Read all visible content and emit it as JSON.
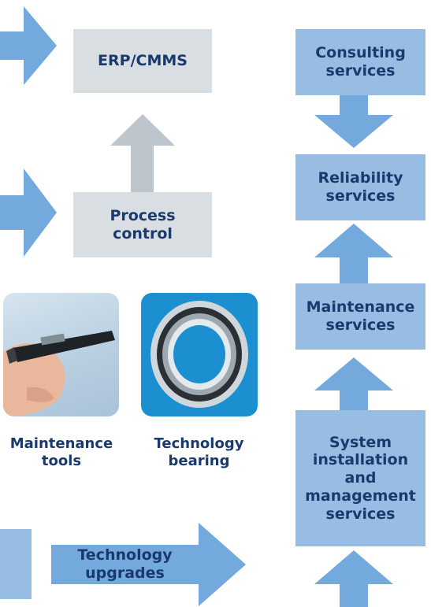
{
  "colors": {
    "blue_box": "#97bde3",
    "blue_arrow": "#74a9dd",
    "grey_box": "#d9dee2",
    "grey_arrow": "#bec6cd",
    "text": "#1a3a6e"
  },
  "center_column": {
    "erp": "ERP/CMMS",
    "process_control": "Process\ncontrol"
  },
  "right_column": {
    "consulting": "Consulting\nservices",
    "reliability": "Reliability\nservices",
    "maintenance": "Maintenance\nservices",
    "system_installation": "System\ninstallation\nand\nmanagement\nservices"
  },
  "products": {
    "maintenance_tools": "Maintenance\ntools",
    "technology_bearing": "Technology\nbearing"
  },
  "bottom": {
    "technology_upgrades": "Technology\nupgrades"
  },
  "icons": [
    "vibration-pen-image",
    "bearing-image"
  ]
}
